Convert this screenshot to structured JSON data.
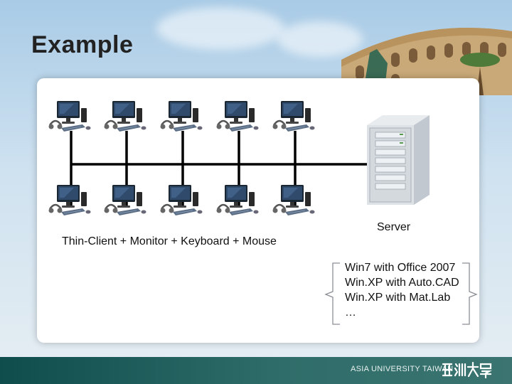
{
  "slide": {
    "title": "Example",
    "thin_client_label": "Thin-Client + Monitor + Keyboard + Mouse",
    "server_label": "Server",
    "server_os": [
      "Win7 with Office 2007",
      "Win.XP with Auto.CAD",
      "Win.XP with Mat.Lab",
      "…"
    ]
  },
  "footer": {
    "university": "ASIA UNIVERSITY TAIWAN",
    "cjk_logo": "亞洲大學"
  },
  "colors": {
    "footer": "#1f5c5a",
    "network_line": "#000000",
    "monitor": "#1b2633"
  },
  "icons": {
    "workstation": "thin-client-workstation-icon",
    "server": "server-tower-icon"
  }
}
